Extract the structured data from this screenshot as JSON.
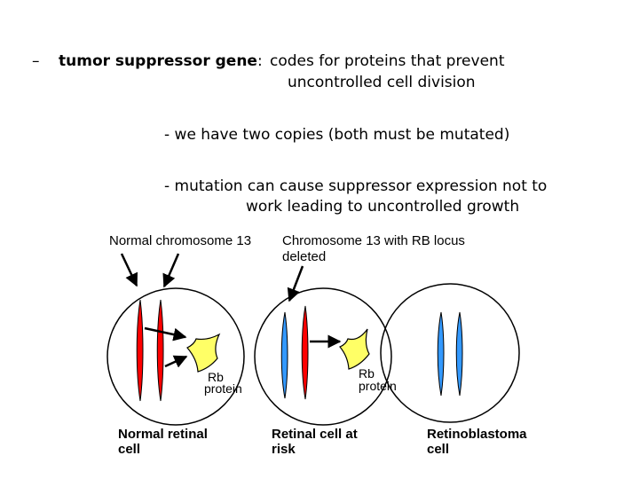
{
  "bullets": {
    "dash": "–",
    "term": "tumor suppressor gene",
    "colon": ":",
    "definition_line1": "codes for proteins that prevent",
    "definition_line2": "uncontrolled cell division",
    "sub1": "- we have two copies (both must be mutated)",
    "sub2_line1": "- mutation can cause suppressor expression not to",
    "sub2_line2": "work leading to uncontrolled growth"
  },
  "diagram": {
    "label_normal_chromosome": "Normal chromosome 13",
    "label_deleted_line1": "Chromosome 13 with RB locus",
    "label_deleted_line2": "deleted",
    "rb_protein_line1": "Rb",
    "rb_protein_line2": "protein",
    "cells": [
      {
        "line1": "Normal retinal",
        "line2": "cell"
      },
      {
        "line1": "Retinal cell at",
        "line2": "risk"
      },
      {
        "line1": "Retinoblastoma",
        "line2": "cell"
      }
    ],
    "colors": {
      "normal_chromosome": "#ff0000",
      "deleted_chromosome": "#3399ff",
      "rb_protein": "#ffff66"
    }
  }
}
